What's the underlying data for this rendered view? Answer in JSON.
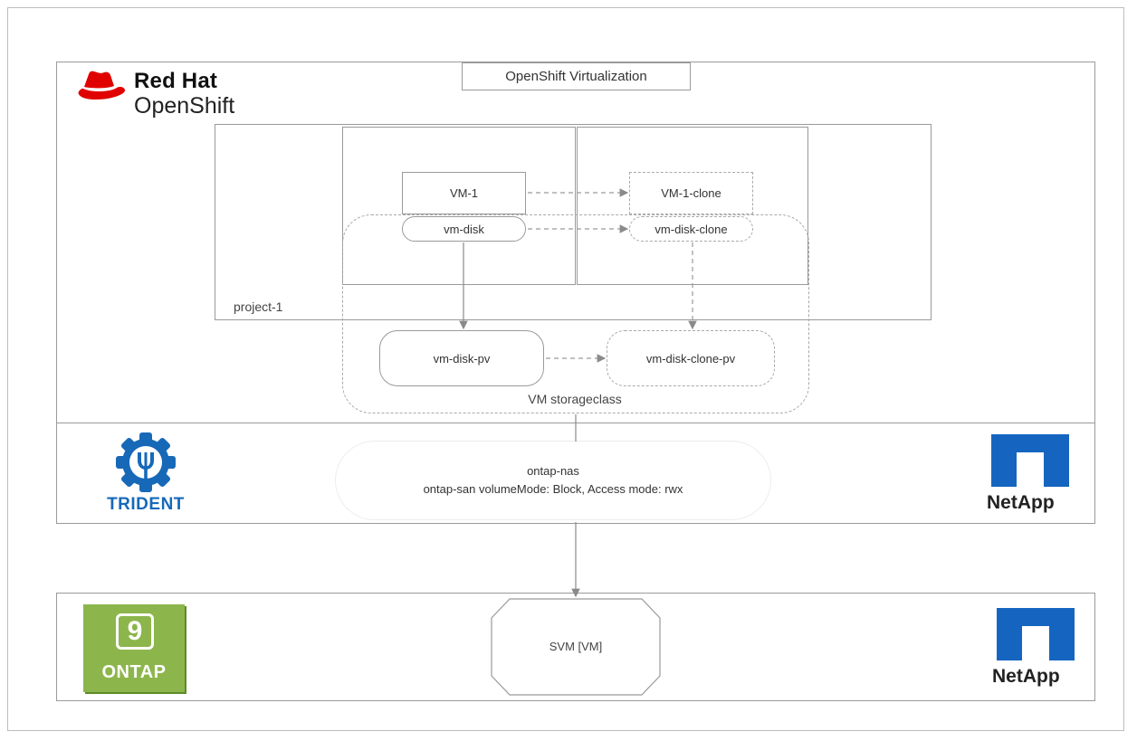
{
  "brand": {
    "redhat_line1": "Red Hat",
    "redhat_line2": "OpenShift",
    "trident": "TRIDENT",
    "netapp": "NetApp",
    "ontap_number": "9",
    "ontap_label": "ONTAP"
  },
  "title": "OpenShift Virtualization",
  "project_label": "project-1",
  "nodes": {
    "vm1": "VM-1",
    "vm1_clone": "VM-1-clone",
    "vm_disk": "vm-disk",
    "vm_disk_clone": "vm-disk-clone",
    "vm_disk_pv": "vm-disk-pv",
    "vm_disk_clone_pv": "vm-disk-clone-pv",
    "storageclass": "VM storageclass",
    "svm": "SVM [VM]"
  },
  "trident_info": {
    "line1": "ontap-nas",
    "line2": "ontap-san volumeMode: Block, Access mode: rwx"
  },
  "colors": {
    "redhat_red": "#e00000",
    "trident_blue": "#1769b8",
    "netapp_blue": "#1565c0",
    "ontap_green": "#8cb64b"
  }
}
